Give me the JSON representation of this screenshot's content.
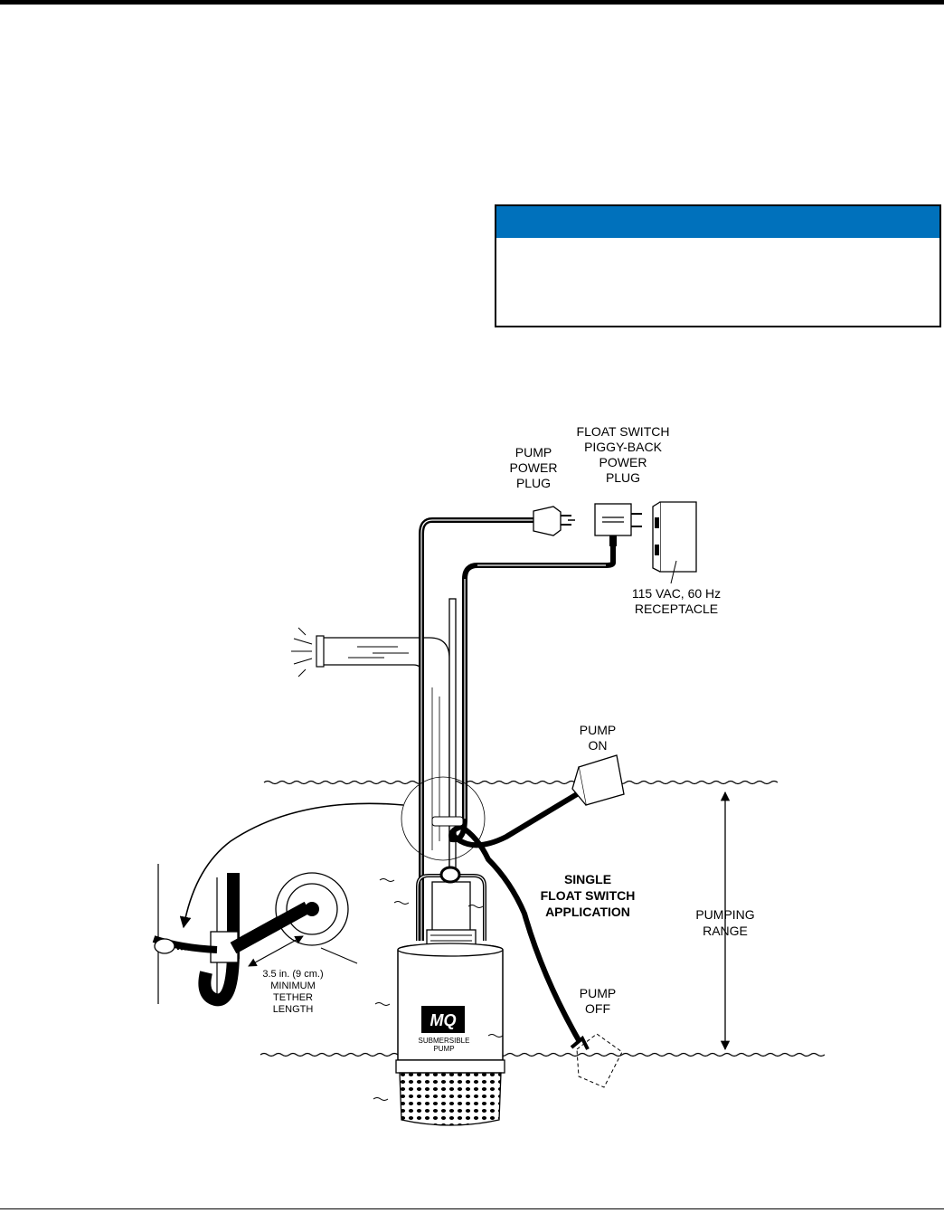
{
  "labels": {
    "pump_power_plug": [
      "PUMP",
      "POWER",
      "PLUG"
    ],
    "float_switch_plug": [
      "FLOAT SWITCH",
      "PIGGY-BACK",
      "POWER",
      "PLUG"
    ],
    "receptacle": [
      "115 VAC, 60 Hz",
      "RECEPTACLE"
    ],
    "pump_on": [
      "PUMP",
      "ON"
    ],
    "pump_off": [
      "PUMP",
      "OFF"
    ],
    "application": [
      "SINGLE",
      "FLOAT SWITCH",
      "APPLICATION"
    ],
    "pumping_range": [
      "PUMPING",
      "RANGE"
    ],
    "tether": [
      "3.5 in. (9 cm.)",
      "MINIMUM",
      "TETHER",
      "LENGTH"
    ],
    "pump_logo": "MQ",
    "pump_name": [
      "SUBMERSIBLE",
      "PUMP"
    ]
  },
  "colors": {
    "notice_header": "#0071bc",
    "line": "#000000"
  }
}
